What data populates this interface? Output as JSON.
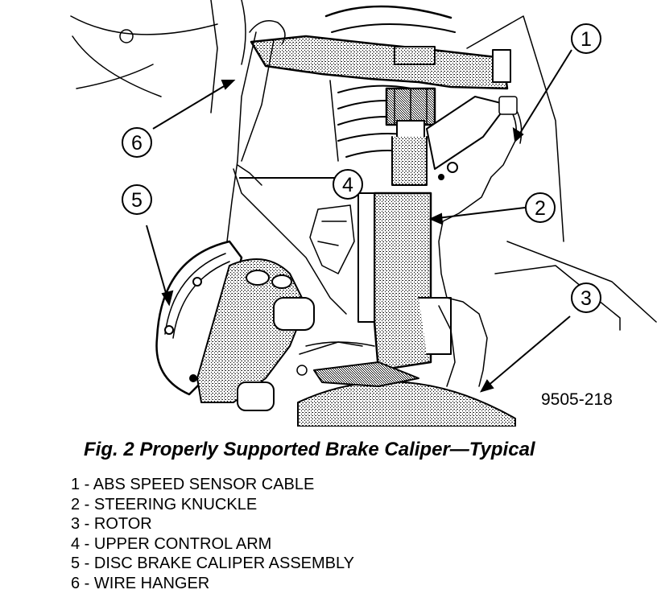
{
  "figure": {
    "drawing_id": "9505-218",
    "callouts": [
      {
        "number": "1"
      },
      {
        "number": "2"
      },
      {
        "number": "3"
      },
      {
        "number": "4"
      },
      {
        "number": "5"
      },
      {
        "number": "6"
      }
    ]
  },
  "caption": "Fig. 2 Properly Supported Brake Caliper—Typical",
  "legend": [
    "1 - ABS SPEED SENSOR CABLE",
    "2 - STEERING KNUCKLE",
    "3 - ROTOR",
    "4 - UPPER CONTROL ARM",
    "5 - DISC BRAKE CALIPER ASSEMBLY",
    "6 - WIRE HANGER"
  ]
}
